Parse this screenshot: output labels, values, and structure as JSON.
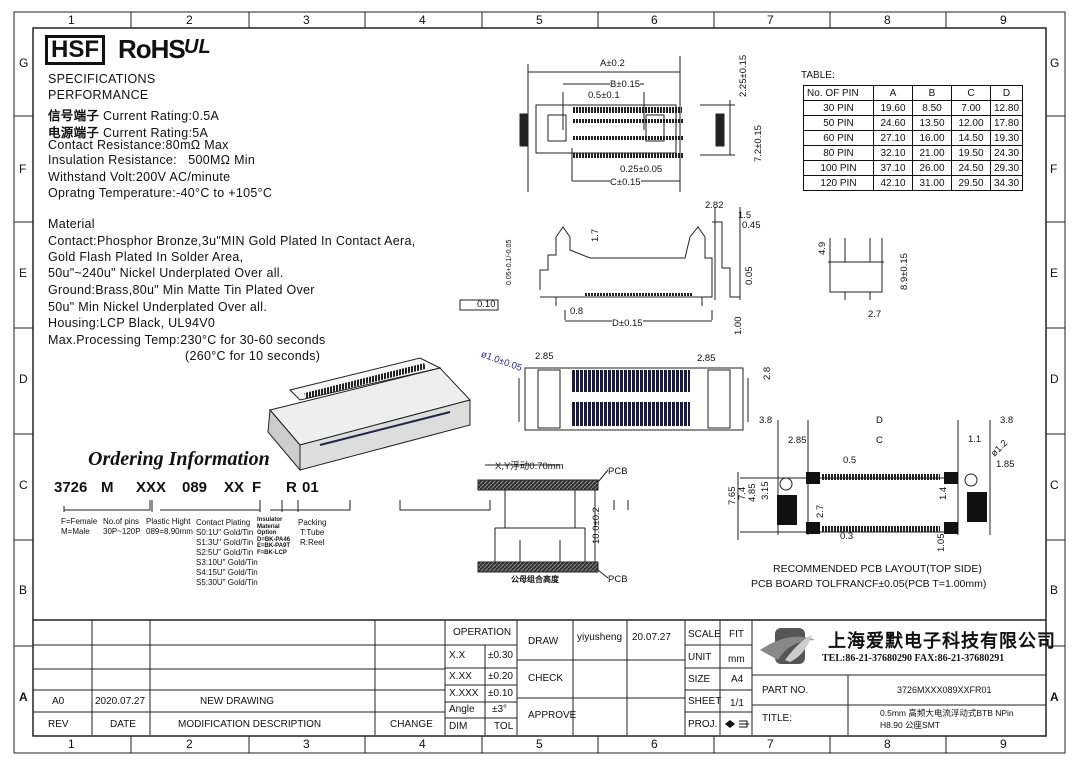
{
  "frame": {
    "columns": [
      "1",
      "2",
      "3",
      "4",
      "5",
      "6",
      "7",
      "8",
      "9"
    ],
    "rows": [
      "G",
      "F",
      "E",
      "D",
      "C",
      "B",
      "A"
    ]
  },
  "logos": {
    "hsf": "HSF",
    "rohs": "RoHS",
    "ul": "UL"
  },
  "specs": {
    "heading1": "SPECIFICATIONS",
    "heading2": "PERFORMANCE",
    "signal_zh": "信号端子",
    "signal": "Current Rating:0.5A",
    "power_zh": "电源端子",
    "power": "Current Rating:5A",
    "contact_resistance": "Contact Resistance:80mΩ Max",
    "insulation": "Insulation Resistance:   500MΩ Min",
    "withstand": "Withstand Volt:200V AC/minute",
    "temp": "Opratng Temperature:-40°C to +105°C",
    "material_heading": "Material",
    "material": [
      "Contact:Phosphor Bronze,3u\"MIN Gold Plated In Contact Aera,",
      "Gold Flash Plated In Solder Area,",
      "50u\"~240u\" Nickel Underplated Over all.",
      "Ground:Brass,80u\" Min Matte Tin Plated Over",
      "50u\" Min Nickel Underplated Over all.",
      "Housing:LCP Black, UL94V0",
      "Max.Processing Temp:230°C for 30-60 seconds",
      "(260°C for 10 seconds)"
    ]
  },
  "ordering": {
    "title": "Ordering Information",
    "code": [
      "3726",
      "M",
      "XXX",
      "089",
      "XX",
      "F",
      "R",
      "01"
    ],
    "gender": [
      "F=Female",
      "M=Male"
    ],
    "pins": [
      "No.of pins",
      "30P~120P"
    ],
    "height": [
      "Plastic Hight",
      "089=8.90mm"
    ],
    "plating": [
      "Contact Plating",
      "S0:1U\" Gold/Tin",
      "S1:3U\" Gold/Tin",
      "S2:5U\" Gold/Tin",
      "S3:10U\" Gold/Tin",
      "S4:15U\" Gold/Tin",
      "S5:30U\" Gold/Tin"
    ],
    "insulator": [
      "Insulator",
      "Material",
      "Option",
      "D=BK-PA46",
      "E=BK-PA9T",
      "F=BK-LCP"
    ],
    "packing": [
      "Packing",
      "T:Tube",
      "R:Reel"
    ]
  },
  "pin_table": {
    "title": "TABLE:",
    "headers": [
      "No. OF PIN",
      "A",
      "B",
      "C",
      "D"
    ],
    "rows": [
      [
        "30 PIN",
        "19.60",
        "8.50",
        "7.00",
        "12.80"
      ],
      [
        "50 PIN",
        "24.60",
        "13.50",
        "12.00",
        "17.80"
      ],
      [
        "60 PIN",
        "27.10",
        "16.00",
        "14.50",
        "19.30"
      ],
      [
        "80 PIN",
        "32.10",
        "21.00",
        "19.50",
        "24.30"
      ],
      [
        "100 PIN",
        "37.10",
        "26.00",
        "24.50",
        "29.30"
      ],
      [
        "120 PIN",
        "42.10",
        "31.00",
        "29.50",
        "34.30"
      ]
    ]
  },
  "dims": {
    "a": "A±0.2",
    "b": "B±0.15",
    "pitch": "0.5±0.1",
    "c": "C±0.15",
    "w": "0.25±0.05",
    "h1": "2.25±0.15",
    "h2": "7.2±0.15",
    "d282": "2.82",
    "d15": "1.5",
    "d045": "0.45",
    "d17": "1.7",
    "d005": "0.05",
    "d008": "0.05+0.1/-0.05",
    "flat": "0.10",
    "d08": "0.8",
    "d": "D±0.15",
    "d100": "1.00",
    "d49": "4.9",
    "d89": "8.9±0.15",
    "d27": "2.7",
    "hole": "ø1.0±0.05",
    "d285a": "2.85",
    "d285b": "2.85",
    "d28": "2.8",
    "float": "X,Y浮动0.70mm",
    "pcb1": "PCB",
    "pcb2": "PCB",
    "stack": "10.0±0.2",
    "stack_label": "公母组合高度",
    "p38a": "3.8",
    "pD": "D",
    "p38b": "3.8",
    "p285": "2.85",
    "pC": "C",
    "p11": "1.1",
    "p05": "0.5",
    "p12": "ø1.2",
    "p185": "1.85",
    "p765": "7.65",
    "p74": "7.4",
    "p485": "4.85",
    "p315": "3.15",
    "p27": "2.7",
    "p14": "1.4",
    "p03": "0.3",
    "p105": "1.05",
    "pcb_note1": "RECOMMENDED PCB LAYOUT(TOP SIDE)",
    "pcb_note2": "PCB BOARD TOLFRANCF±0.05(PCB T=1.00mm)"
  },
  "revision": {
    "rev": "A0",
    "date": "2020.07.27",
    "desc": "NEW DRAWING",
    "h_rev": "REV",
    "h_date": "DATE",
    "h_desc": "MODIFICATION DESCRIPTION",
    "h_change": "CHANGE"
  },
  "tolerance": {
    "title": "OPERATION",
    "rows": [
      [
        "X.X",
        "±0.30"
      ],
      [
        "X.XX",
        "±0.20"
      ],
      [
        "X.XXX",
        "±0.10"
      ],
      [
        "Angle",
        "±3°"
      ]
    ],
    "dim": "DIM",
    "tol": "TOL"
  },
  "approval": {
    "draw": "DRAW",
    "drawer": "yiyusheng",
    "date": "20.07.27",
    "check": "CHECK",
    "approve": "APPROVE"
  },
  "sheet": {
    "scale_l": "SCALE",
    "scale": "FIT",
    "unit_l": "UNIT",
    "unit": "mm",
    "size_l": "SIZE",
    "size": "A4",
    "sheet_l": "SHEET",
    "sheet": "1/1",
    "proj_l": "PROJ."
  },
  "company": {
    "name": "上海爱默电子科技有限公司",
    "contact": "TEL:86-21-37680290 FAX:86-21-37680291"
  },
  "part": {
    "label": "PART NO.",
    "value": "3726MXXX089XXFR01",
    "title_label": "TITLE:",
    "title1": "0.5mm 高频大电流浮动式BTB NPin",
    "title2": "H8.90 公座SMT"
  }
}
